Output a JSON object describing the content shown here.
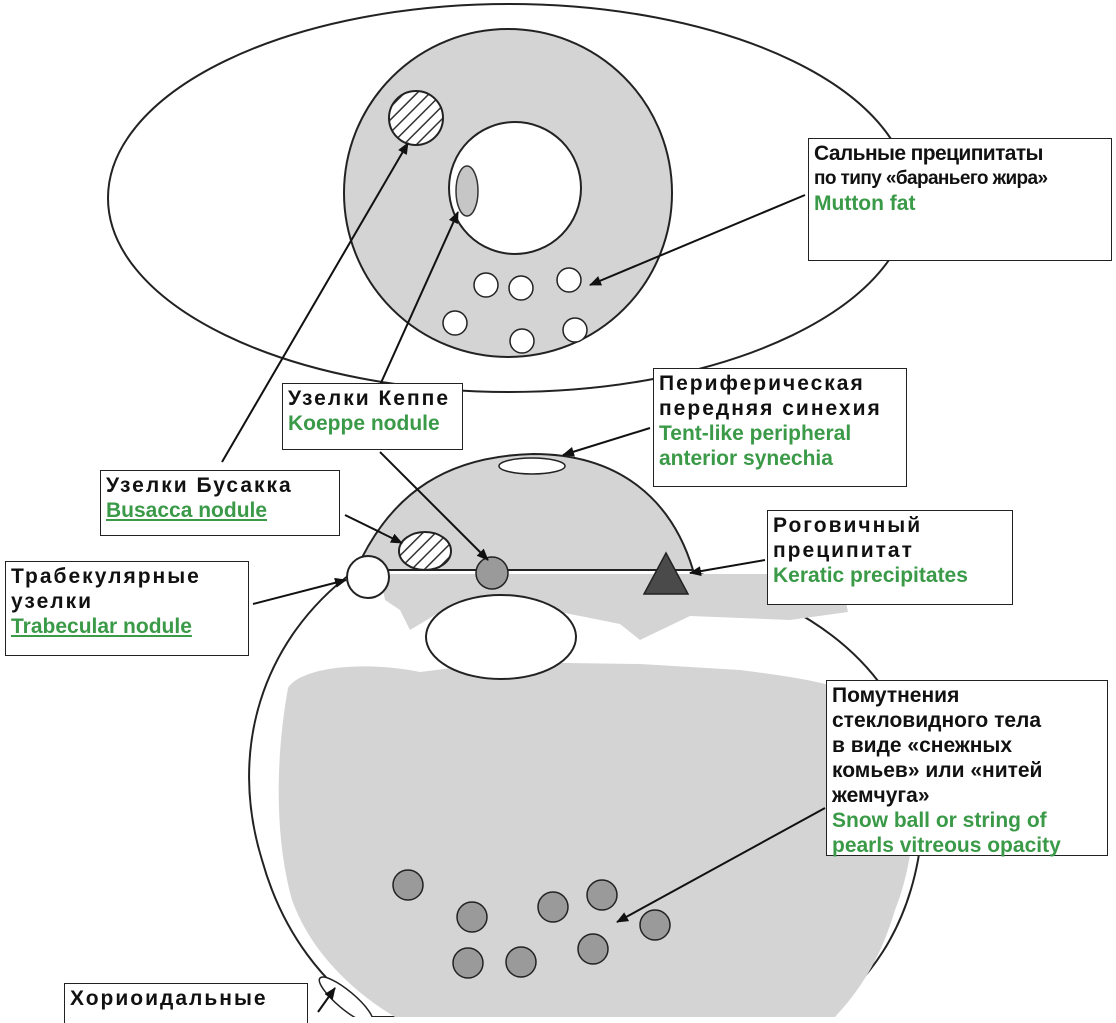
{
  "diagram": {
    "colors": {
      "fill_gray": "#d4d4d4",
      "stroke": "#222222",
      "english_green": "#3a9a48",
      "keratic_dark": "#4a4a4a",
      "vitreous_spot": "#9a9a9a"
    },
    "labels": {
      "mutton_fat": {
        "ru": [
          "Сальные преципитаты",
          "по типу «бараньего жира»"
        ],
        "en": [
          "Mutton fat"
        ]
      },
      "koeppe": {
        "ru": [
          "Узелки Кеппе"
        ],
        "en": [
          "Koeppe nodule"
        ]
      },
      "peripheral_synechia": {
        "ru": [
          "Периферическая",
          "передняя синехия"
        ],
        "en": [
          "Tent-like peripheral",
          "anterior synechia"
        ]
      },
      "busacca": {
        "ru": [
          "Узелки Бусакка"
        ],
        "en": [
          "Busacca nodule"
        ]
      },
      "keratic": {
        "ru": [
          "Роговичный",
          "преципитат"
        ],
        "en": [
          "Keratic precipitates"
        ]
      },
      "trabecular": {
        "ru": [
          "Трабекулярные",
          "узелки"
        ],
        "en": [
          "Trabecular nodule"
        ]
      },
      "vitreous": {
        "ru": [
          "Помутнения",
          "стекловидного тела",
          "в виде «снежных",
          "комьев» или «нитей",
          "жемчуга»"
        ],
        "en": [
          "Snow ball or string of",
          "pearls vitreous opacity"
        ]
      },
      "choroidal": {
        "ru": [
          "Хориоидальные"
        ],
        "en": []
      }
    }
  }
}
